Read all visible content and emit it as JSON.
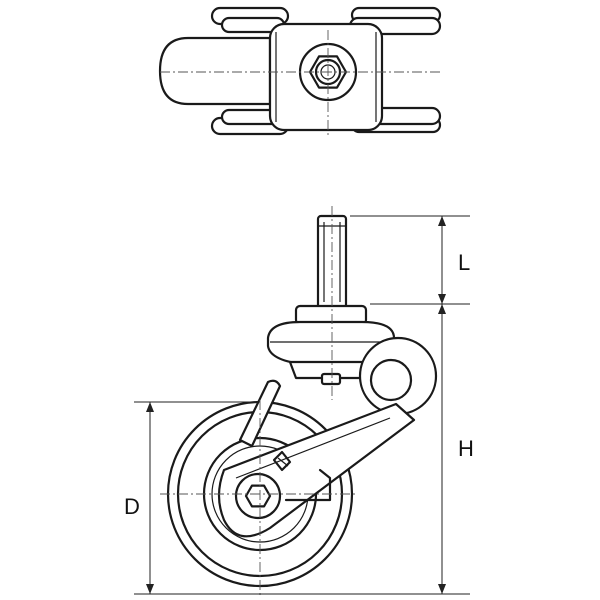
{
  "diagram": {
    "dimension_labels": {
      "L": "L",
      "H": "H",
      "D": "D"
    }
  }
}
